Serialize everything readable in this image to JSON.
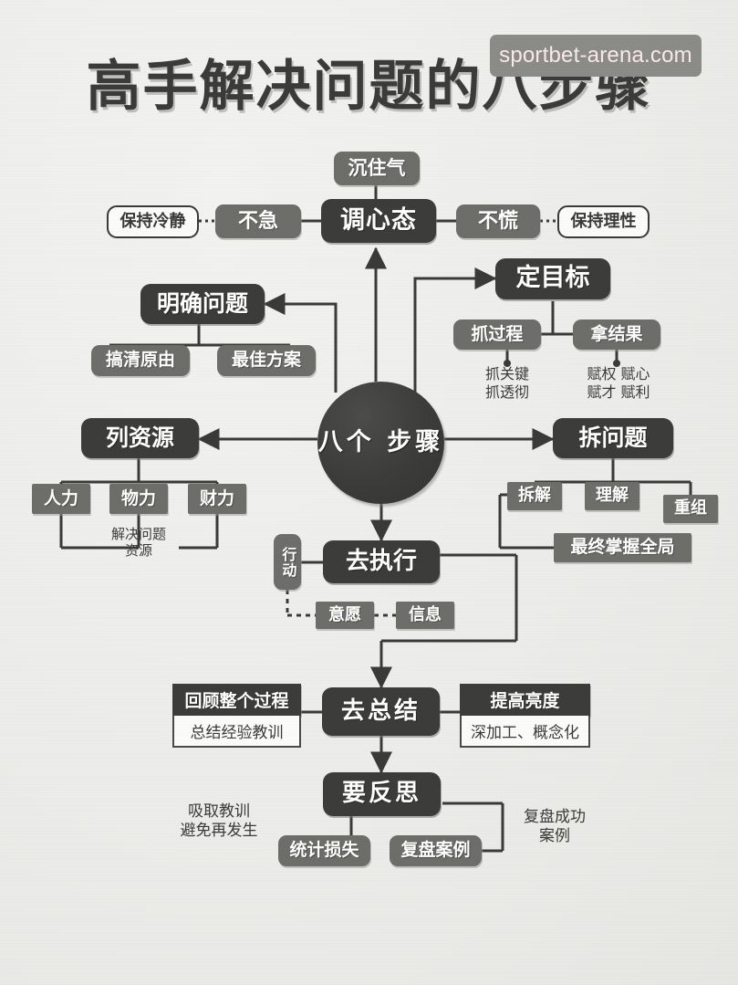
{
  "title": "高手解决问题的八步骤",
  "watermark": "sportbet-arena.com",
  "center": "八个\n步骤",
  "colors": {
    "dark": "#3c3c3a",
    "mid": "#6d6d6a",
    "bg": "#ececea",
    "text_light": "#ffffff",
    "text_dark": "#3a3a38"
  },
  "chart_data": {
    "type": "diagram",
    "title": "高手解决问题的八步骤",
    "center": "八个步骤",
    "branches": [
      {
        "step": 1,
        "label": "调心态",
        "children": [
          "沉住气",
          "不急",
          "不慌"
        ],
        "leaves": [
          "保持冷静",
          "保持理性"
        ]
      },
      {
        "step": 2,
        "label": "明确问题",
        "children": [
          "搞清原由",
          "最佳方案"
        ]
      },
      {
        "step": 3,
        "label": "定目标",
        "children": [
          "抓过程",
          "拿结果"
        ],
        "notes": [
          "抓关键 抓透彻",
          "赋权 赋心 赋才 赋利"
        ]
      },
      {
        "step": 4,
        "label": "列资源",
        "children": [
          "人力",
          "物力",
          "财力"
        ],
        "notes": [
          "解决问题资源"
        ]
      },
      {
        "step": 5,
        "label": "拆问题",
        "children": [
          "拆解",
          "理解",
          "重组"
        ],
        "notes": [
          "最终掌握全局"
        ]
      },
      {
        "step": 6,
        "label": "去执行",
        "children": [
          "行动",
          "意愿",
          "信息"
        ]
      },
      {
        "step": 7,
        "label": "去总结",
        "children": [
          "回顾整个过程",
          "提高亮度"
        ],
        "notes": [
          "总结经验教训",
          "深加工、概念化"
        ]
      },
      {
        "step": 8,
        "label": "要反思",
        "children": [
          "统计损失",
          "复盘案例"
        ],
        "notes": [
          "吸取教训 避免再发生",
          "复盘成功案例"
        ]
      }
    ]
  },
  "nodes": {
    "chenzhuqi": "沉住气",
    "tiaoxintai": "调心态",
    "bují": "不急",
    "buhuang": "不慌",
    "baochilengjing": "保持冷静",
    "baochilixing": "保持理性",
    "mingqueuwenti": "明确问题",
    "gaoqingyuanyou": "搞清原由",
    "zuijiafangan": "最佳方案",
    "dingmubiao": "定目标",
    "zhuaguocheng": "抓过程",
    "najieguo": "拿结果",
    "zhuaguocheng_note": "抓关键\n抓透彻",
    "najieguo_note": "赋权  赋心\n赋才  赋利",
    "liеziyuan": "列资源",
    "renli": "人力",
    "wuli": "物力",
    "caili": "财力",
    "ziyuan_note": "解决问题\n资源",
    "chaiwenti": "拆问题",
    "chaijie": "拆解",
    "lijie": "理解",
    "chongzu": "重组",
    "zuizhong": "最终掌握全局",
    "quzhixing": "去执行",
    "xingdong": "行动",
    "yiyuan": "意愿",
    "xinxi": "信息",
    "quzongjie": "去总结",
    "huigu_head": "回顾整个过程",
    "huigu_body": "总结经验教训",
    "tigao_head": "提高亮度",
    "tigao_body": "深加工、概念化",
    "yaofansi": "要反思",
    "tongjisunshi": "统计损失",
    "fupananli": "复盘案例",
    "xiqujiaoxun": "吸取教训\n避免再发生",
    "fupanchenggong": "复盘成功\n案例"
  }
}
